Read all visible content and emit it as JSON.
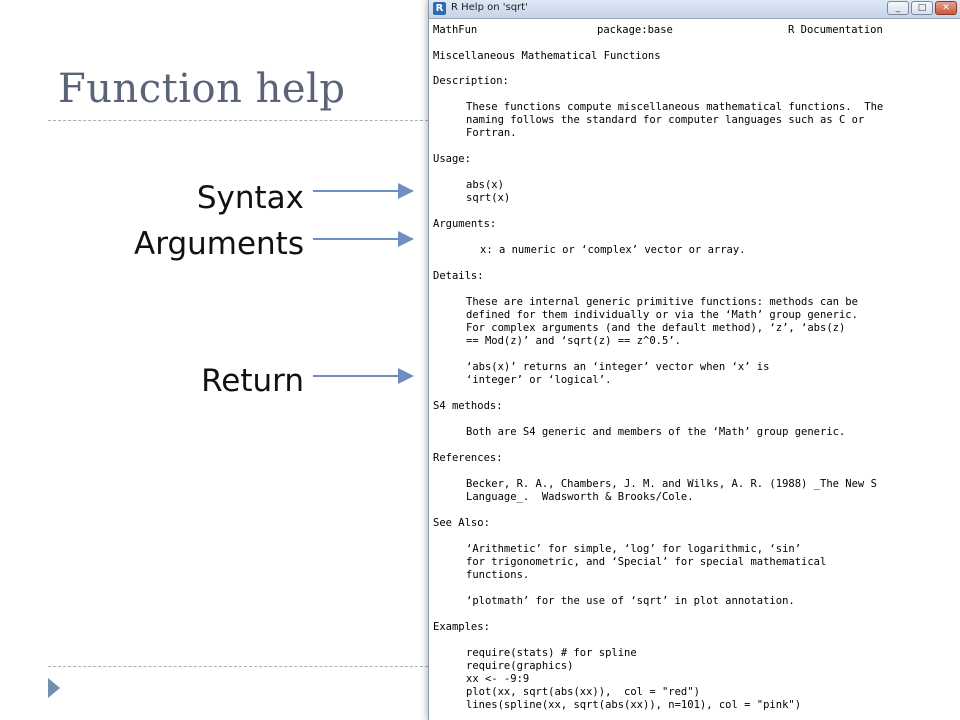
{
  "slide": {
    "title": "Function help",
    "callouts": {
      "syntax": "Syntax",
      "arguments": "Arguments",
      "return": "Return"
    },
    "colors": {
      "title": "#5a6378",
      "arrow": "#6f8fbf",
      "rule": "#9fb3c4",
      "bullet": "#7090b0"
    }
  },
  "window": {
    "title": "R Help on 'sqrt'",
    "icon": "r-app-icon",
    "buttons": [
      "minimize",
      "maximize",
      "close"
    ]
  },
  "help": {
    "header": {
      "left": "MathFun",
      "mid": "package:base",
      "right": "R Documentation"
    },
    "function_title": "Miscellaneous Mathematical Functions",
    "sections": [
      {
        "heading": "Description:",
        "lines": [
          "These functions compute miscellaneous mathematical functions.  The",
          "naming follows the standard for computer languages such as C or",
          "Fortran."
        ]
      },
      {
        "heading": "Usage:",
        "lines": [
          "abs(x)",
          "sqrt(x)"
        ]
      },
      {
        "heading": "Arguments:",
        "lines": [
          "x: a numeric or ‘complex’ vector or array."
        ]
      },
      {
        "heading": "Details:",
        "lines": [
          "These are internal generic primitive functions: methods can be",
          "defined for them individually or via the ‘Math’ group generic.",
          "For complex arguments (and the default method), ‘z’, ‘abs(z)",
          "== Mod(z)’ and ‘sqrt(z) == z^0.5’.",
          "‘abs(x)’ returns an ‘integer’ vector when ‘x’ is",
          "‘integer’ or ‘logical’."
        ]
      },
      {
        "heading": "S4 methods:",
        "lines": [
          "Both are S4 generic and members of the ‘Math’ group generic."
        ]
      },
      {
        "heading": "References:",
        "lines": [
          "Becker, R. A., Chambers, J. M. and Wilks, A. R. (1988) _The New S",
          "Language_.  Wadsworth & Brooks/Cole."
        ]
      },
      {
        "heading": "See Also:",
        "lines": [
          "‘Arithmetic’ for simple, ‘log’ for logarithmic, ‘sin’",
          "for trigonometric, and ‘Special’ for special mathematical",
          "functions.",
          "‘plotmath’ for the use of ‘sqrt’ in plot annotation."
        ]
      },
      {
        "heading": "Examples:",
        "lines": [
          "require(stats) # for spline",
          "require(graphics)",
          "xx <- -9:9",
          "plot(xx, sqrt(abs(xx)),  col = \"red\")",
          "lines(spline(xx, sqrt(abs(xx)), n=101), col = \"pink\")"
        ]
      }
    ]
  }
}
